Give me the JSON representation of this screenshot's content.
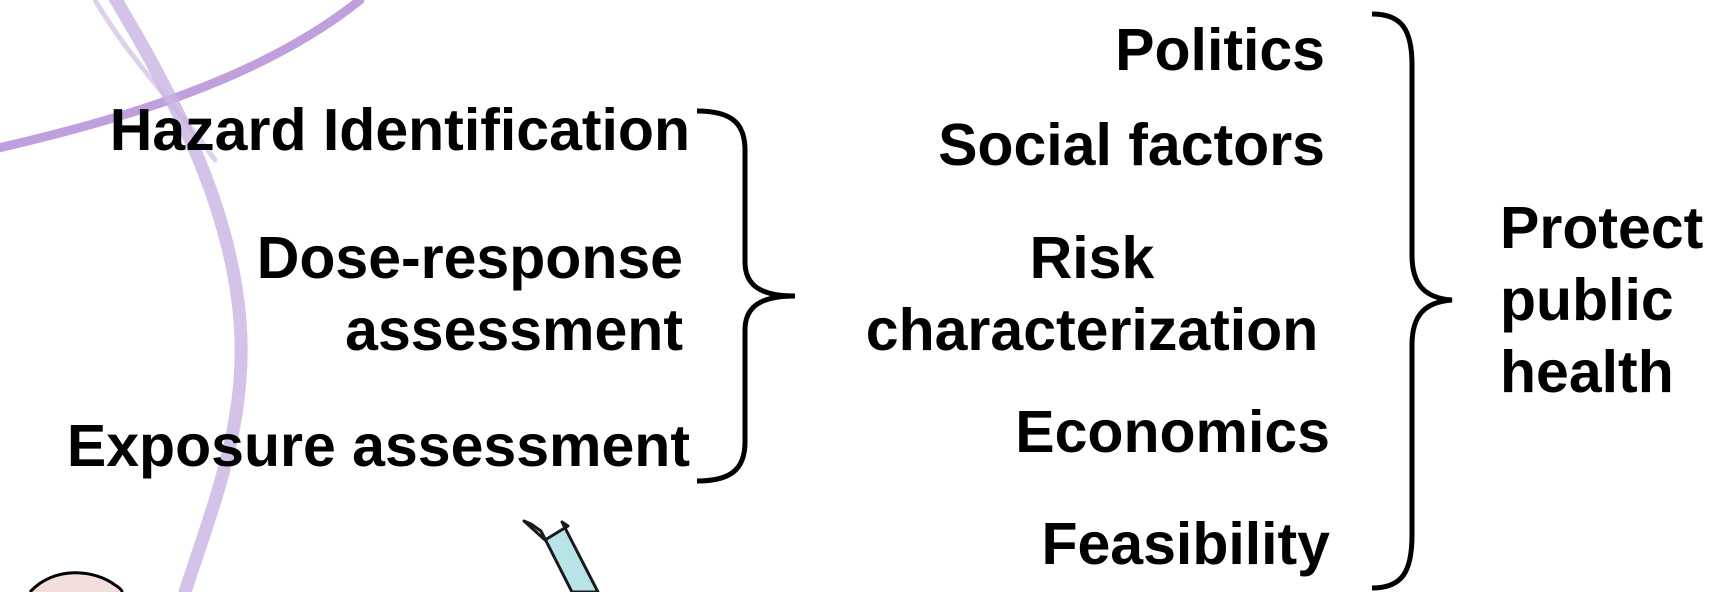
{
  "colors": {
    "text": "#000000",
    "brace": "#000000",
    "decor_purple": "#b48fd6",
    "decor_lilac": "#c9b3e2",
    "arrow_fill": "#b8e4e8",
    "arrow_stroke": "#1a1a1a",
    "circle_fill": "#f3dede"
  },
  "left_group": {
    "hazard": "Hazard Identification",
    "dose_line1": "Dose-response",
    "dose_line2": "assessment",
    "exposure": "Exposure assessment"
  },
  "middle_group": {
    "politics": "Politics",
    "social": "Social factors",
    "risk_line1": "Risk",
    "risk_line2": "characterization",
    "economics": "Economics",
    "feasibility": "Feasibility"
  },
  "outcome": {
    "line1": "Protect",
    "line2": "public",
    "line3": "health"
  },
  "icons": {
    "arrow": "up-left-arrow-icon",
    "decoration": "swirl-decoration"
  }
}
